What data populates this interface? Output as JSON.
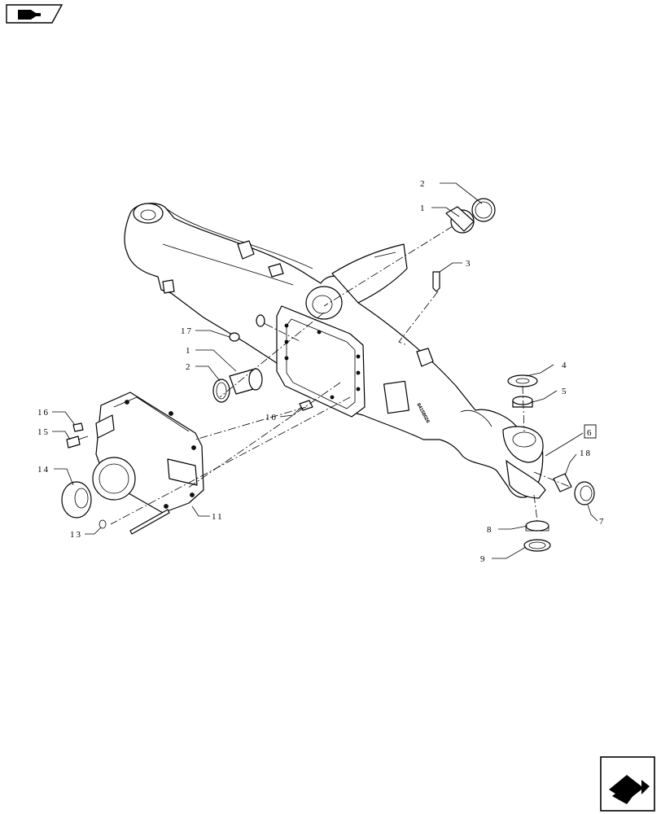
{
  "page": {
    "title": ""
  },
  "nav": {
    "top_icon": "folder-return-icon",
    "bottom_icon": "next-page-icon"
  },
  "callouts": [
    {
      "id": "c2a",
      "label": "2"
    },
    {
      "id": "c1a",
      "label": "1"
    },
    {
      "id": "c3",
      "label": "3"
    },
    {
      "id": "c17",
      "label": "17"
    },
    {
      "id": "c1b",
      "label": "1"
    },
    {
      "id": "c2b",
      "label": "2"
    },
    {
      "id": "c4",
      "label": "4"
    },
    {
      "id": "c5",
      "label": "5"
    },
    {
      "id": "c6",
      "label": "6"
    },
    {
      "id": "c16",
      "label": "16"
    },
    {
      "id": "c15",
      "label": "15"
    },
    {
      "id": "c10",
      "label": "10"
    },
    {
      "id": "c18",
      "label": "18"
    },
    {
      "id": "c14",
      "label": "14"
    },
    {
      "id": "c7",
      "label": "7"
    },
    {
      "id": "c11",
      "label": "11"
    },
    {
      "id": "c8",
      "label": "8"
    },
    {
      "id": "c13",
      "label": "13"
    },
    {
      "id": "c9",
      "label": "9"
    }
  ],
  "plate_text": "84158026"
}
